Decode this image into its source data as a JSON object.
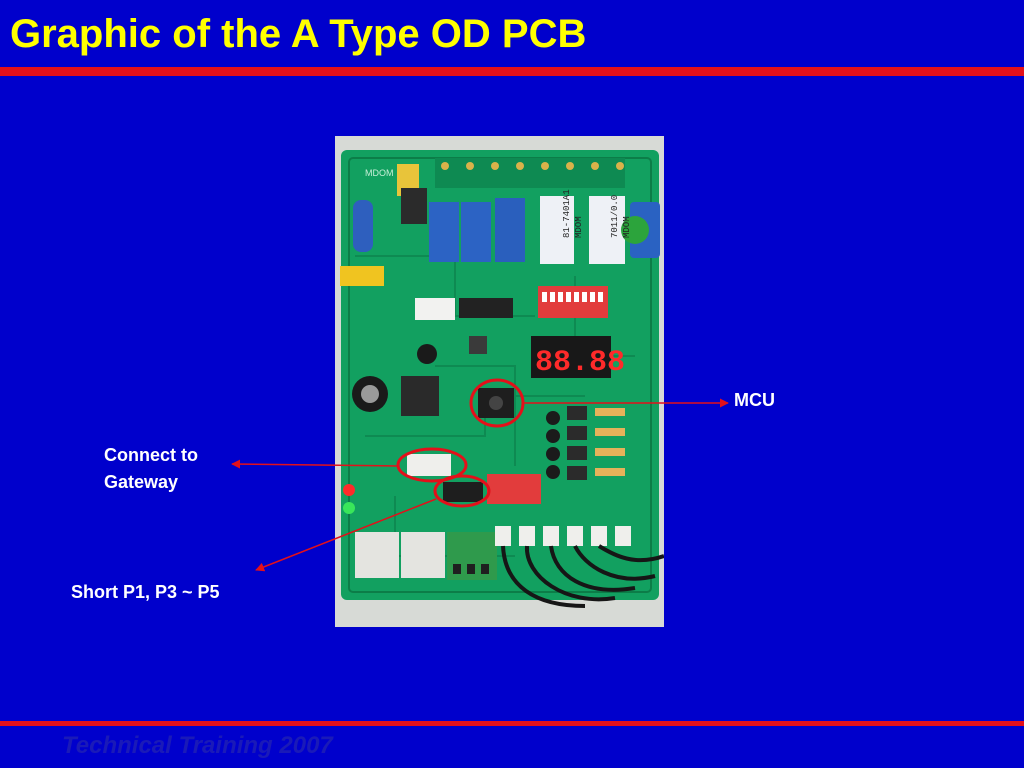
{
  "slide": {
    "title": "Graphic of the A Type OD PCB",
    "footer": "Technical Training 2007"
  },
  "photo": {
    "board_logo": "MDOM",
    "relay_label_1": "81-7401A1",
    "relay_label_2": "MDOM",
    "relay_label_3": "7011/0.0",
    "relay_label_4": "MDOM",
    "display_digits": "88.88"
  },
  "callouts": {
    "mcu": "MCU",
    "gateway_line1": "Connect to",
    "gateway_line2": "Gateway",
    "short": "Short P1, P3 ~ P5"
  },
  "colors": {
    "background": "#0000cc",
    "title": "#ffff00",
    "rule": "#e3101a",
    "callout_text": "#ffffff",
    "marker": "#e3101a"
  }
}
